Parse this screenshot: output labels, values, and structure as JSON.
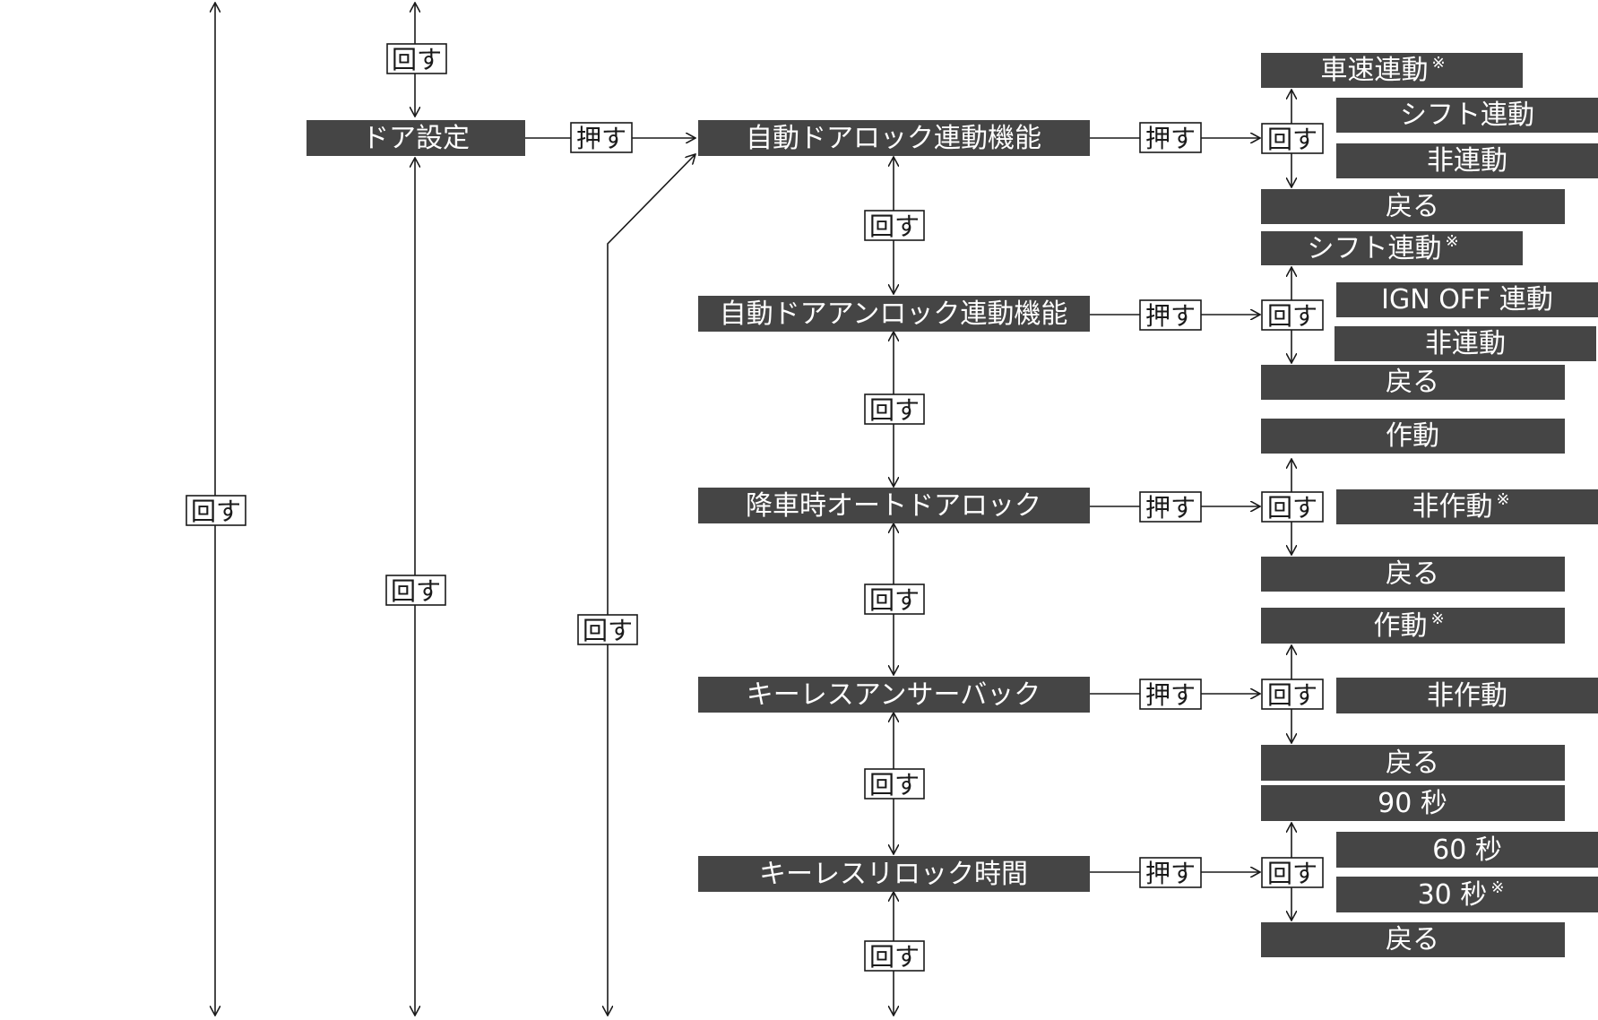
{
  "labels": {
    "rotate": "回す",
    "press": "押す",
    "mark": "※"
  },
  "menu": {
    "door_settings": "ドア設定",
    "items": [
      {
        "id": "auto-lock",
        "label": "自動ドアロック連動機能",
        "options": [
          {
            "label": "車速連動",
            "default": true
          },
          {
            "label": "シフト連動",
            "default": false
          },
          {
            "label": "非連動",
            "default": false
          },
          {
            "label": "戻る",
            "default": false
          }
        ]
      },
      {
        "id": "auto-unlock",
        "label": "自動ドアアンロック連動機能",
        "options": [
          {
            "label": "シフト連動",
            "default": true
          },
          {
            "label": "IGN OFF 連動",
            "default": false
          },
          {
            "label": "非連動",
            "default": false
          },
          {
            "label": "戻る",
            "default": false
          }
        ]
      },
      {
        "id": "exit-auto-lock",
        "label": "降車時オートドアロック",
        "options": [
          {
            "label": "作動",
            "default": false
          },
          {
            "label": "非作動",
            "default": true
          },
          {
            "label": "戻る",
            "default": false
          }
        ]
      },
      {
        "id": "keyless-answerback",
        "label": "キーレスアンサーバック",
        "options": [
          {
            "label": "作動",
            "default": true
          },
          {
            "label": "非作動",
            "default": false
          },
          {
            "label": "戻る",
            "default": false
          }
        ]
      },
      {
        "id": "keyless-relock",
        "label": "キーレスリロック時間",
        "options": [
          {
            "label": "90 秒",
            "default": false
          },
          {
            "label": "60 秒",
            "default": false
          },
          {
            "label": "30 秒",
            "default": true
          },
          {
            "label": "戻る",
            "default": false
          }
        ]
      }
    ]
  },
  "colors": {
    "box_fill": "#454545",
    "box_text": "#ffffff",
    "line": "#1a1a1a",
    "background": "#ffffff"
  }
}
